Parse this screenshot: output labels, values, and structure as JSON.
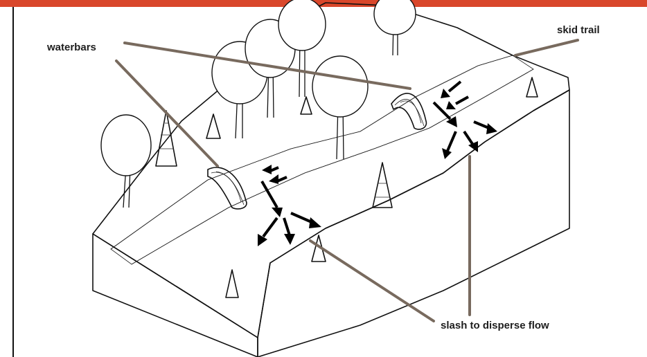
{
  "colors": {
    "top_bar": "#d9472b",
    "side_rule": "#111111",
    "leader": "#786a5e",
    "ink": "#111111",
    "background": "#ffffff"
  },
  "labels": {
    "waterbars": "waterbars",
    "skid_trail": "skid trail",
    "slash": "slash to disperse flow"
  }
}
